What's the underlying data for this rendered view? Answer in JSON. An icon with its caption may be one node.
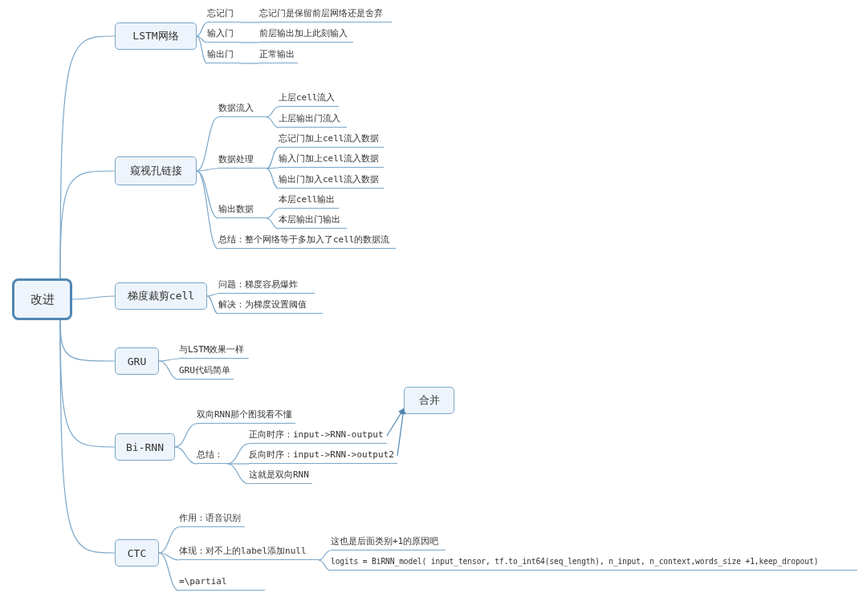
{
  "diagram": {
    "nodes": [
      {
        "text": [
          "改进"
        ]
      },
      {
        "text": [
          "LSTM网络"
        ]
      },
      {
        "text": [
          "忘记门"
        ]
      },
      {
        "text": [
          "忘记门是保留前层网络还是舍弃"
        ]
      },
      {
        "text": [
          "输入门"
        ]
      },
      {
        "text": [
          "前层输出加上此刻输入"
        ]
      },
      {
        "text": [
          "输出门"
        ]
      },
      {
        "text": [
          "正常输出"
        ]
      },
      {
        "text": [
          "窥视孔链接"
        ]
      },
      {
        "text": [
          "数据流入"
        ]
      },
      {
        "text": [
          "上层cell流入"
        ]
      },
      {
        "text": [
          "上层输出门流入"
        ]
      },
      {
        "text": [
          "数据处理"
        ]
      },
      {
        "text": [
          "忘记门加上cell流入数据"
        ]
      },
      {
        "text": [
          "输入门加上cell流入数据"
        ]
      },
      {
        "text": [
          "输出门加入cell流入数据"
        ]
      },
      {
        "text": [
          "输出数据"
        ]
      },
      {
        "text": [
          "本层cell输出"
        ]
      },
      {
        "text": [
          "本层输出门输出"
        ]
      },
      {
        "text": [
          "总结：整个网络等于多加入了cell的数据流"
        ]
      },
      {
        "text": [
          "梯度裁剪cell"
        ]
      },
      {
        "text": [
          "问题：梯度容易爆炸"
        ]
      },
      {
        "text": [
          "解决：为梯度设置阈值"
        ]
      },
      {
        "text": [
          "GRU"
        ]
      },
      {
        "text": [
          "与LSTM效果一样"
        ]
      },
      {
        "text": [
          "GRU代码简单"
        ]
      },
      {
        "text": [
          "Bi-RNN"
        ]
      },
      {
        "text": [
          "双向RNN那个图我看不懂"
        ]
      },
      {
        "text": [
          "总结："
        ]
      },
      {
        "text": [
          "正向时序：input->RNN-output"
        ]
      },
      {
        "text": [
          "反向时序：input->RNN->output2"
        ]
      },
      {
        "text": [
          "这就是双向RNN"
        ]
      },
      {
        "text": [
          "合并"
        ]
      },
      {
        "text": [
          "CTC"
        ]
      },
      {
        "text": [
          "作用：语音识别"
        ]
      },
      {
        "text": [
          "体现：对不上的label添加null"
        ]
      },
      {
        "text": [
          "这也是后面类别+1的原因吧"
        ]
      },
      {
        "text": [
          "logits = BiRNN_model( input_tensor, tf.to_int64(seq_length), n_input, n_context,words_size +1,keep_dropout)"
        ]
      },
      {
        "text": [
          "=\\partial"
        ]
      }
    ],
    "edges": [
      {
        "from": 0,
        "to": 1,
        "arrow": "none"
      },
      {
        "from": 0,
        "to": 8,
        "arrow": "none"
      },
      {
        "from": 0,
        "to": 20,
        "arrow": "none"
      },
      {
        "from": 0,
        "to": 23,
        "arrow": "none"
      },
      {
        "from": 0,
        "to": 26,
        "arrow": "none"
      },
      {
        "from": 0,
        "to": 33,
        "arrow": "none"
      },
      {
        "from": 1,
        "to": 2,
        "arrow": "none"
      },
      {
        "from": 1,
        "to": 4,
        "arrow": "none"
      },
      {
        "from": 1,
        "to": 6,
        "arrow": "none"
      },
      {
        "from": 2,
        "to": 3,
        "arrow": "none"
      },
      {
        "from": 4,
        "to": 5,
        "arrow": "none"
      },
      {
        "from": 6,
        "to": 7,
        "arrow": "none"
      },
      {
        "from": 8,
        "to": 9,
        "arrow": "none"
      },
      {
        "from": 8,
        "to": 12,
        "arrow": "none"
      },
      {
        "from": 8,
        "to": 16,
        "arrow": "none"
      },
      {
        "from": 8,
        "to": 19,
        "arrow": "none"
      },
      {
        "from": 9,
        "to": 10,
        "arrow": "none"
      },
      {
        "from": 9,
        "to": 11,
        "arrow": "none"
      },
      {
        "from": 12,
        "to": 13,
        "arrow": "none"
      },
      {
        "from": 12,
        "to": 14,
        "arrow": "none"
      },
      {
        "from": 12,
        "to": 15,
        "arrow": "none"
      },
      {
        "from": 16,
        "to": 17,
        "arrow": "none"
      },
      {
        "from": 16,
        "to": 18,
        "arrow": "none"
      },
      {
        "from": 20,
        "to": 21,
        "arrow": "none"
      },
      {
        "from": 20,
        "to": 22,
        "arrow": "none"
      },
      {
        "from": 23,
        "to": 24,
        "arrow": "none"
      },
      {
        "from": 23,
        "to": 25,
        "arrow": "none"
      },
      {
        "from": 26,
        "to": 27,
        "arrow": "none"
      },
      {
        "from": 26,
        "to": 28,
        "arrow": "none"
      },
      {
        "from": 28,
        "to": 29,
        "arrow": "none"
      },
      {
        "from": 28,
        "to": 30,
        "arrow": "none"
      },
      {
        "from": 28,
        "to": 31,
        "arrow": "none"
      },
      {
        "from": 29,
        "to": 32,
        "arrow": "to"
      },
      {
        "from": 30,
        "to": 32,
        "arrow": "to"
      },
      {
        "from": 33,
        "to": 34,
        "arrow": "none"
      },
      {
        "from": 33,
        "to": 35,
        "arrow": "none"
      },
      {
        "from": 33,
        "to": 38,
        "arrow": "none"
      },
      {
        "from": 35,
        "to": 36,
        "arrow": "none"
      },
      {
        "from": 35,
        "to": 37,
        "arrow": "none"
      }
    ]
  }
}
